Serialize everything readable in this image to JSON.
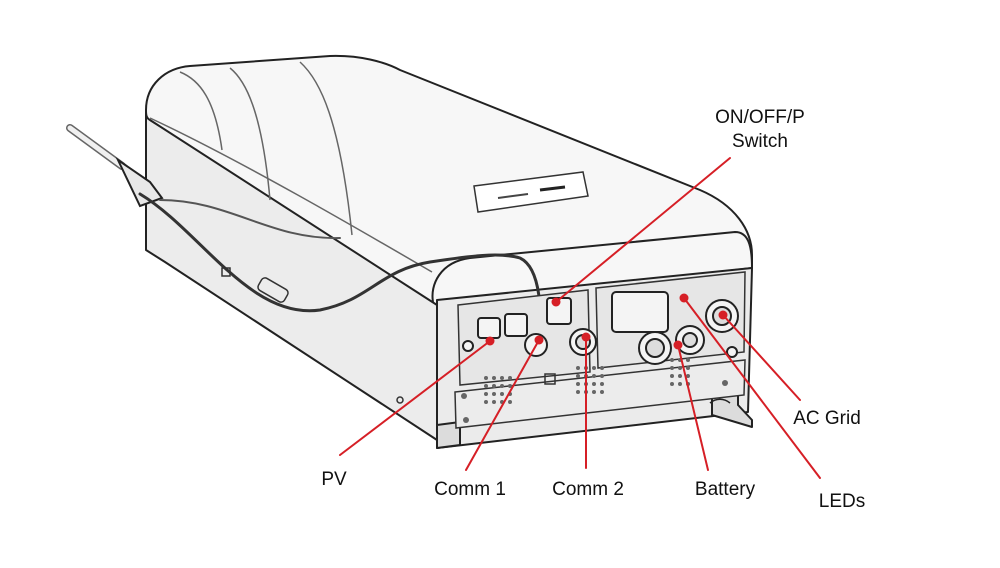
{
  "colors": {
    "leader": "#d61f26",
    "dot": "#d61f26",
    "outline": "#222222",
    "body_fill": "#f2f2f2",
    "panel_fill": "#e6e6e6",
    "background": "#ffffff"
  },
  "callouts": {
    "switch": {
      "line1": "ON/OFF/P",
      "line2": "Switch"
    },
    "pv": "PV",
    "comm1": "Comm 1",
    "comm2": "Comm 2",
    "battery": "Battery",
    "ac_grid": "AC Grid",
    "leds": "LEDs"
  }
}
